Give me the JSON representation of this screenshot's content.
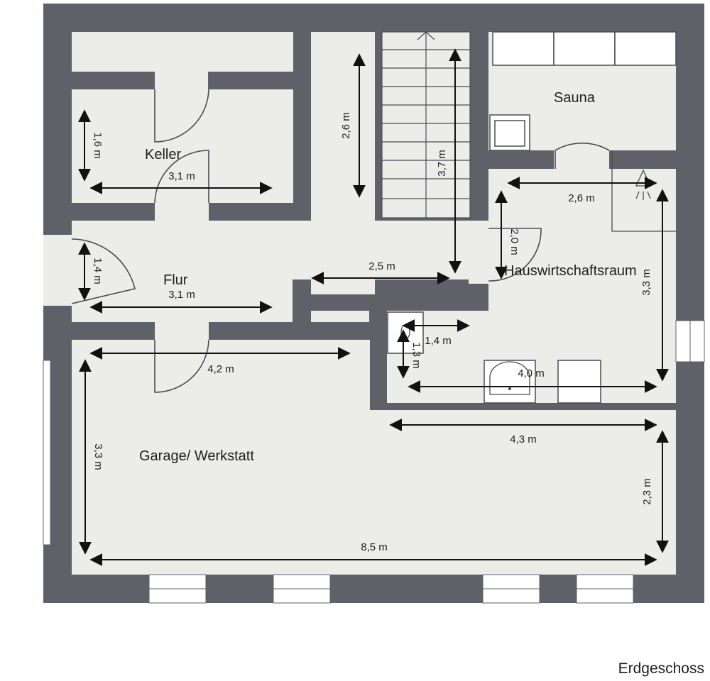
{
  "floor_name": "Erdgeschoss",
  "colors": {
    "wall": "#5f6169",
    "floor": "#ecede9",
    "window": "#ffffff",
    "line": "#111111"
  },
  "rooms": [
    {
      "id": "keller",
      "label": "Keller"
    },
    {
      "id": "flur",
      "label": "Flur"
    },
    {
      "id": "sauna",
      "label": "Sauna"
    },
    {
      "id": "hauswirtschaftsraum",
      "label": "Hauswirtschaftsraum"
    },
    {
      "id": "garage",
      "label": "Garage/ Werkstatt"
    }
  ],
  "dimensions": [
    {
      "id": "keller-height",
      "label": "1,6 m"
    },
    {
      "id": "keller-width",
      "label": "3,1 m"
    },
    {
      "id": "corridor-height",
      "label": "2,6 m"
    },
    {
      "id": "stair-length",
      "label": "3,7 m"
    },
    {
      "id": "sauna-width",
      "label": "2,6 m"
    },
    {
      "id": "hwr-door",
      "label": "2,0 m"
    },
    {
      "id": "hwr-height",
      "label": "3,3 m"
    },
    {
      "id": "flur-height",
      "label": "1,4 m"
    },
    {
      "id": "flur-width",
      "label": "3,1 m"
    },
    {
      "id": "passage-width",
      "label": "2,5 m"
    },
    {
      "id": "niche-width",
      "label": "1,4 m"
    },
    {
      "id": "niche-height",
      "label": "1,3 m"
    },
    {
      "id": "hwr-width",
      "label": "4,0 m"
    },
    {
      "id": "garage-top-width",
      "label": "4,2 m"
    },
    {
      "id": "garage-height",
      "label": "3,3 m"
    },
    {
      "id": "garage-right-width",
      "label": "4,3 m"
    },
    {
      "id": "garage-right-height",
      "label": "2,3 m"
    },
    {
      "id": "garage-width",
      "label": "8,5 m"
    }
  ]
}
